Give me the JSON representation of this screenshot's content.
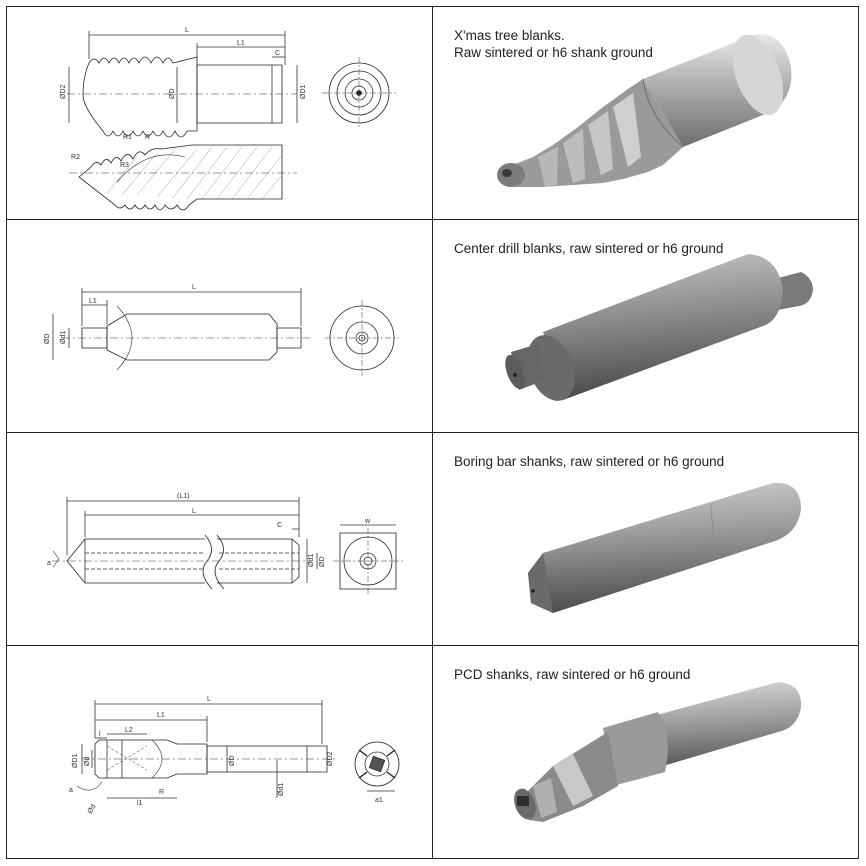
{
  "rows": [
    {
      "caption": "X'mas tree blanks.\nRaw sintered or h6 shank ground",
      "labels": {
        "L": "L",
        "L1": "L1",
        "C": "C",
        "D2": "ØD2",
        "D": "ØD",
        "D1": "ØD1",
        "R1": "R1",
        "R": "R",
        "R2": "R2",
        "R3": "R3"
      }
    },
    {
      "caption": "Center drill blanks, raw sintered or h6 ground",
      "labels": {
        "L": "L",
        "L1": "L1",
        "D": "ØD",
        "d1": "Ød1"
      }
    },
    {
      "caption": "Boring bar shanks, raw sintered or h6 ground",
      "labels": {
        "L1p": "(L1)",
        "L": "L",
        "C": "C",
        "w": "w",
        "a": "a",
        "d1": "Ød1",
        "D": "ØD"
      }
    },
    {
      "caption": "PCD shanks, raw sintered or h6 ground",
      "labels": {
        "L": "L",
        "L1": "L1",
        "L2": "L2",
        "l": "l",
        "D1": "ØD1",
        "d": "Ød",
        "D": "ØD",
        "D2": "ØD2",
        "d1": "Ød1",
        "l1": "l1",
        "R": "R",
        "a": "a",
        "a1": "a1",
        "d2": "Ød"
      }
    }
  ]
}
